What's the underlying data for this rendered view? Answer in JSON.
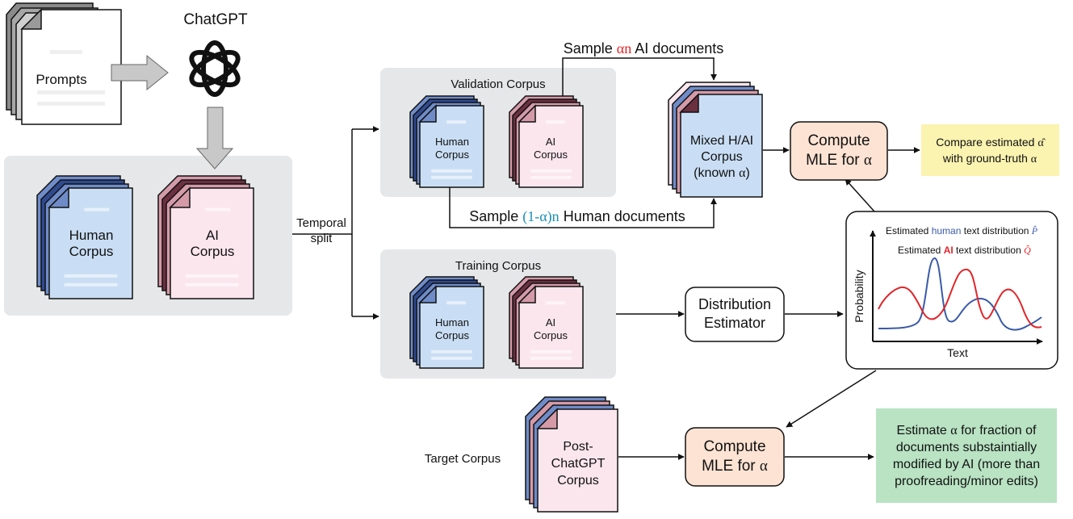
{
  "sources": {
    "prompts_label": "Prompts",
    "chatgpt_label": "ChatGPT"
  },
  "original_corpus": {
    "human_line1": "Human",
    "human_line2": "Corpus",
    "ai_line1": "AI",
    "ai_line2": "Corpus"
  },
  "split_label": {
    "line1": "Temporal",
    "line2": "split"
  },
  "validation": {
    "title": "Validation Corpus",
    "human_line1": "Human",
    "human_line2": "Corpus",
    "ai_line1": "AI",
    "ai_line2": "Corpus",
    "sample_ai_prefix": "Sample ",
    "sample_ai_symbol": "αn",
    "sample_ai_suffix": " AI documents",
    "sample_human_prefix": "Sample ",
    "sample_human_symbol": "(1-α)n",
    "sample_human_suffix": " Human documents"
  },
  "mixed": {
    "line1": "Mixed H/AI",
    "line2": "Corpus",
    "line3_prefix": "(known ",
    "line3_symbol": "α",
    "line3_suffix": ")"
  },
  "compute_top": {
    "line1": "Compute",
    "line2_prefix": "MLE for ",
    "line2_symbol": "α"
  },
  "compare": {
    "line1_prefix": "Compare estimated ",
    "line1_symbol": "α̂",
    "line2_prefix": "with ground-truth ",
    "line2_symbol": "α"
  },
  "training": {
    "title": "Training Corpus",
    "human_line1": "Human",
    "human_line2": "Corpus",
    "ai_line1": "AI",
    "ai_line2": "Corpus"
  },
  "estimator": {
    "line1": "Distribution",
    "line2": "Estimator"
  },
  "distribution_plot": {
    "human_caption_prefix": "Estimated ",
    "human_caption_word": "human",
    "human_caption_suffix": " text distribution ",
    "human_symbol": "P̂",
    "ai_caption_prefix": "Estimated ",
    "ai_caption_word": "AI",
    "ai_caption_suffix": " text distribution ",
    "ai_symbol": "Q̂",
    "ylabel": "Probability",
    "xlabel": "Text"
  },
  "target": {
    "label": "Target Corpus",
    "line1": "Post-",
    "line2": "ChatGPT",
    "line3": "Corpus"
  },
  "compute_bottom": {
    "line1": "Compute",
    "line2_prefix": "MLE for ",
    "line2_symbol": "α"
  },
  "estimate": {
    "line1_prefix": "Estimate ",
    "line1_symbol": "α",
    "line1_suffix": " for fraction of",
    "line2": "documents substaintially",
    "line3": "modified by AI (more than",
    "line4": "proofreading/minor edits)"
  },
  "colors": {
    "human_fill": "#c9def4",
    "human_dark": "#6f8cc9",
    "human_darker": "#2f4a8f",
    "ai_fill": "#fbe6ee",
    "ai_dark": "#d49aa8",
    "ai_darker": "#6b3040",
    "panel_gray": "#e6e7e9",
    "compute_fill": "#fde3d3",
    "compare_fill": "#fbf3b0",
    "estimate_fill": "#b9e3c3",
    "red_symbol": "#e0262b",
    "blue_symbol": "#1b8fb8",
    "human_curve": "#3a5aa8",
    "ai_curve": "#e0262b"
  }
}
